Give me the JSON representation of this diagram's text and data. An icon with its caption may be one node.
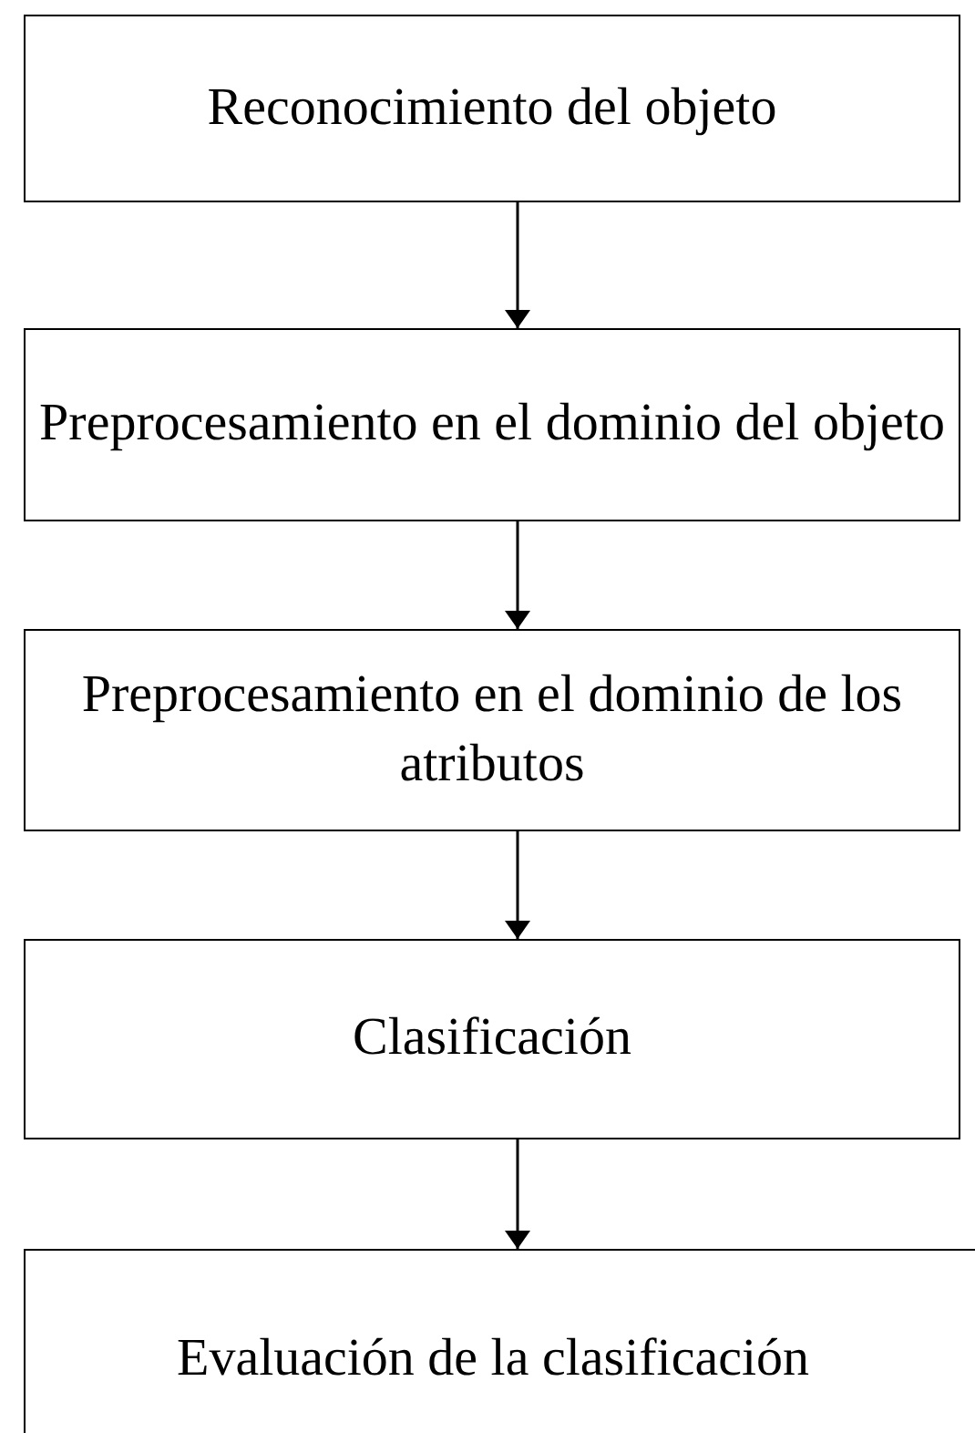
{
  "diagram": {
    "nodes": [
      {
        "text": [
          "Reconocimiento del objeto"
        ]
      },
      {
        "text": [
          "Preprocesamiento en el dominio del objeto"
        ]
      },
      {
        "text": [
          "Preprocesamiento en el dominio de los atributos"
        ]
      },
      {
        "text": [
          "Clasificación"
        ]
      },
      {
        "text": [
          "Evaluación de la clasificación"
        ]
      }
    ],
    "edges": [
      {
        "from": 0,
        "to": 1,
        "arrow": "to"
      },
      {
        "from": 1,
        "to": 2,
        "arrow": "to"
      },
      {
        "from": 2,
        "to": 3,
        "arrow": "to"
      },
      {
        "from": 3,
        "to": 4,
        "arrow": "to"
      }
    ]
  }
}
